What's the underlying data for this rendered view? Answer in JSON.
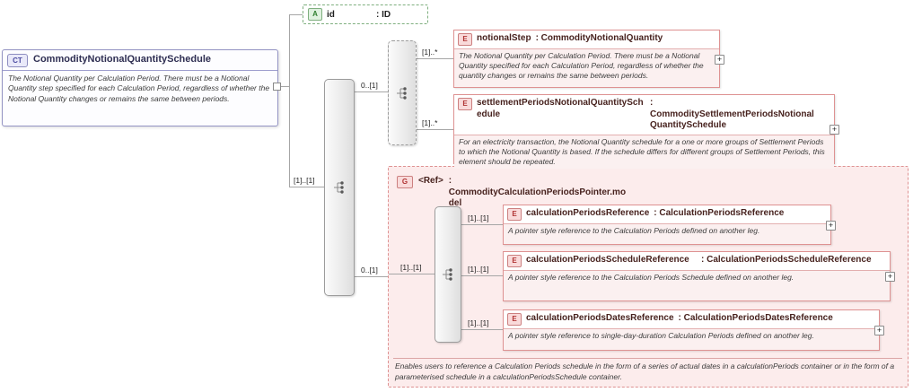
{
  "complexType": {
    "icon": "CT",
    "name": "CommodityNotionalQuantitySchedule",
    "documentation": "The Notional Quantity per Calculation Period. There must be a Notional Quantity step specified for each Calculation Period, regardless of whether the Notional Quantity changes or remains the same between periods."
  },
  "attribute": {
    "icon": "A",
    "name": "id",
    "type": ": ID"
  },
  "rootSequence": {
    "cardinality": "[1]..[1]"
  },
  "choice": {
    "cardinality": "0..[1]"
  },
  "notionalStep": {
    "icon": "E",
    "cardinality": "[1]..*",
    "name": "notionalStep",
    "type": ": CommodityNotionalQuantity",
    "documentation": "The Notional Quantity per Calculation Period. There must be a Notional Quantity specified for each Calculation Period, regardless of whether the quantity changes or remains the same between periods."
  },
  "settlementSchedule": {
    "icon": "E",
    "cardinality": "[1]..*",
    "name": "settlementPeriodsNotionalQuantitySchedule",
    "type": ": CommoditySettlementPeriodsNotionalQuantitySchedule",
    "documentation": "For an electricity transaction, the Notional Quantity schedule for a one or more groups of Settlement Periods to which the Notional Quantity is based. If the schedule differs for different groups of Settlement Periods, this element should be repeated."
  },
  "group": {
    "icon": "G",
    "cardinality": "0..[1]",
    "name": "<Ref>",
    "type": ": CommodityCalculationPeriodsPointer.model",
    "sequenceCardinality": "[1]..[1]",
    "documentation": "Enables users to reference a Calculation Periods schedule in the form of a series of actual dates in a calculationPeriods container or in the form of a parameterised schedule in a calculationPeriodsSchedule container."
  },
  "calcRef": {
    "icon": "E",
    "cardinality": "[1]..[1]",
    "name": "calculationPeriodsReference",
    "type": ": CalculationPeriodsReference",
    "documentation": "A pointer style reference to the Calculation Periods defined on another leg."
  },
  "calcScheduleRef": {
    "icon": "E",
    "cardinality": "[1]..[1]",
    "name": "calculationPeriodsScheduleReference",
    "type": ": CalculationPeriodsScheduleReference",
    "documentation": "A pointer style reference to the Calculation Periods Schedule defined on another leg."
  },
  "calcDatesRef": {
    "icon": "E",
    "cardinality": "[1]..[1]",
    "name": "calculationPeriodsDatesReference",
    "type": ": CalculationPeriodsDatesReference",
    "documentation": "A pointer style reference to single-day-duration Calculation Periods defined on another leg."
  },
  "ui": {
    "expand": "+",
    "colors": {
      "elementAccent": "#DE9292",
      "groupBackground": "#FCECEC",
      "attributeAccent": "#7FAF7F",
      "complexTypeAccent": "#9494C4",
      "connector": "#A6A6A6"
    }
  }
}
